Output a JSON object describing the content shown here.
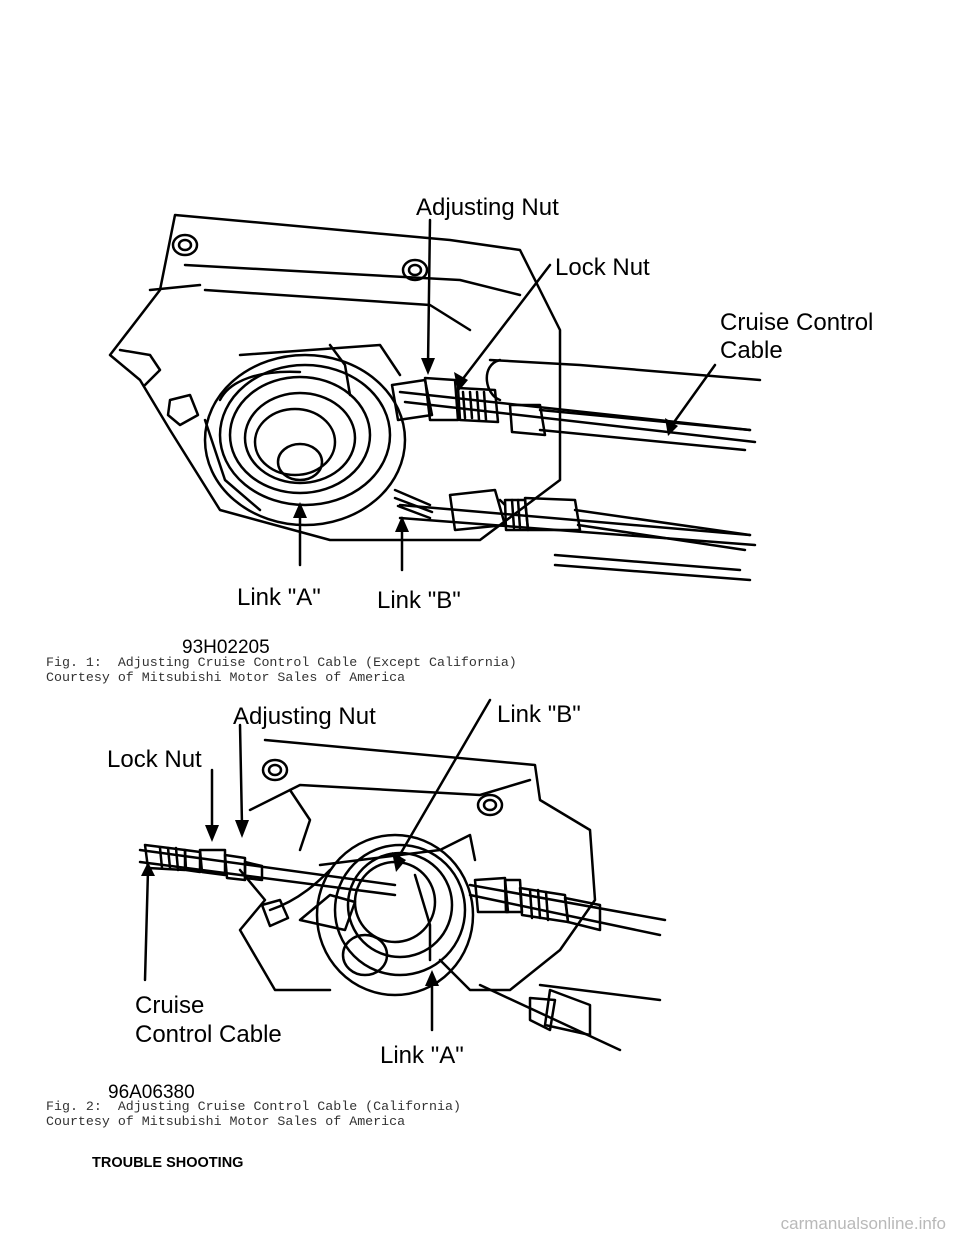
{
  "figures": [
    {
      "labels": {
        "adjusting_nut": "Adjusting Nut",
        "lock_nut": "Lock Nut",
        "cable_line1": "Cruise Control",
        "cable_line2": "Cable",
        "link_a": "Link \"A\"",
        "link_b": "Link \"B\""
      },
      "code": "93H02205",
      "caption": [
        "Fig. 1:  Adjusting Cruise Control Cable (Except California)",
        "Courtesy of Mitsubishi Motor Sales of America"
      ]
    },
    {
      "labels": {
        "adjusting_nut": "Adjusting Nut",
        "lock_nut": "Lock Nut",
        "link_b": "Link \"B\"",
        "cable_line1": "Cruise",
        "cable_line2": "Control Cable",
        "link_a": "Link \"A\""
      },
      "code": "96A06380",
      "caption": [
        "Fig. 2:  Adjusting Cruise Control Cable (California)",
        "Courtesy of Mitsubishi Motor Sales of America"
      ]
    }
  ],
  "section_heading": "TROUBLE SHOOTING",
  "watermark": "carmanualsonline.info"
}
